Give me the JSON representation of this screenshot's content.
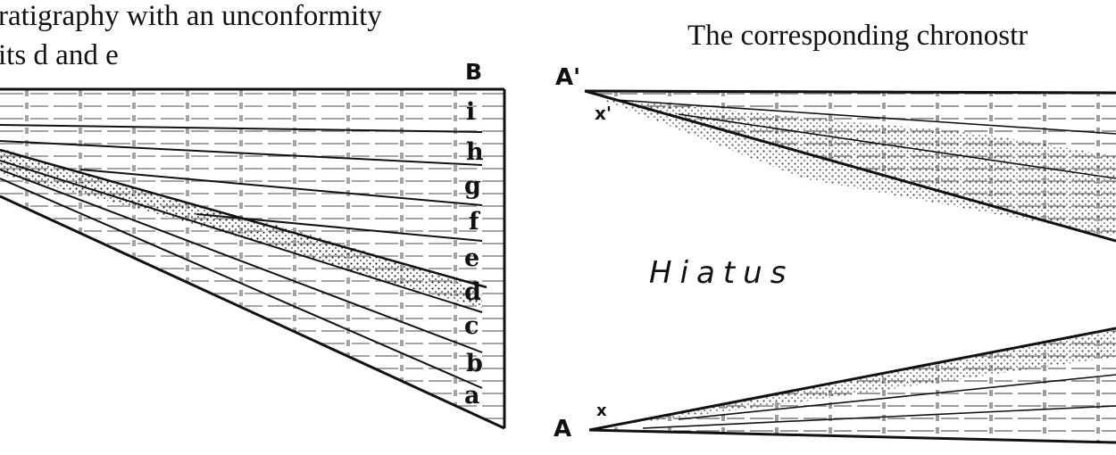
{
  "captions": {
    "left_line1": "ratigraphy with an unconformity",
    "left_line2": "its d and e",
    "right": "The corresponding chronostr"
  },
  "labels": {
    "B": "B",
    "A_prime": "A'",
    "x_prime": "x'",
    "A": "A",
    "x": "x",
    "hiatus": "Hiatus"
  },
  "units": [
    "i",
    "h",
    "g",
    "f",
    "e",
    "d",
    "c",
    "b",
    "a"
  ],
  "colors": {
    "ink": "#111111",
    "background": "#ffffff"
  }
}
